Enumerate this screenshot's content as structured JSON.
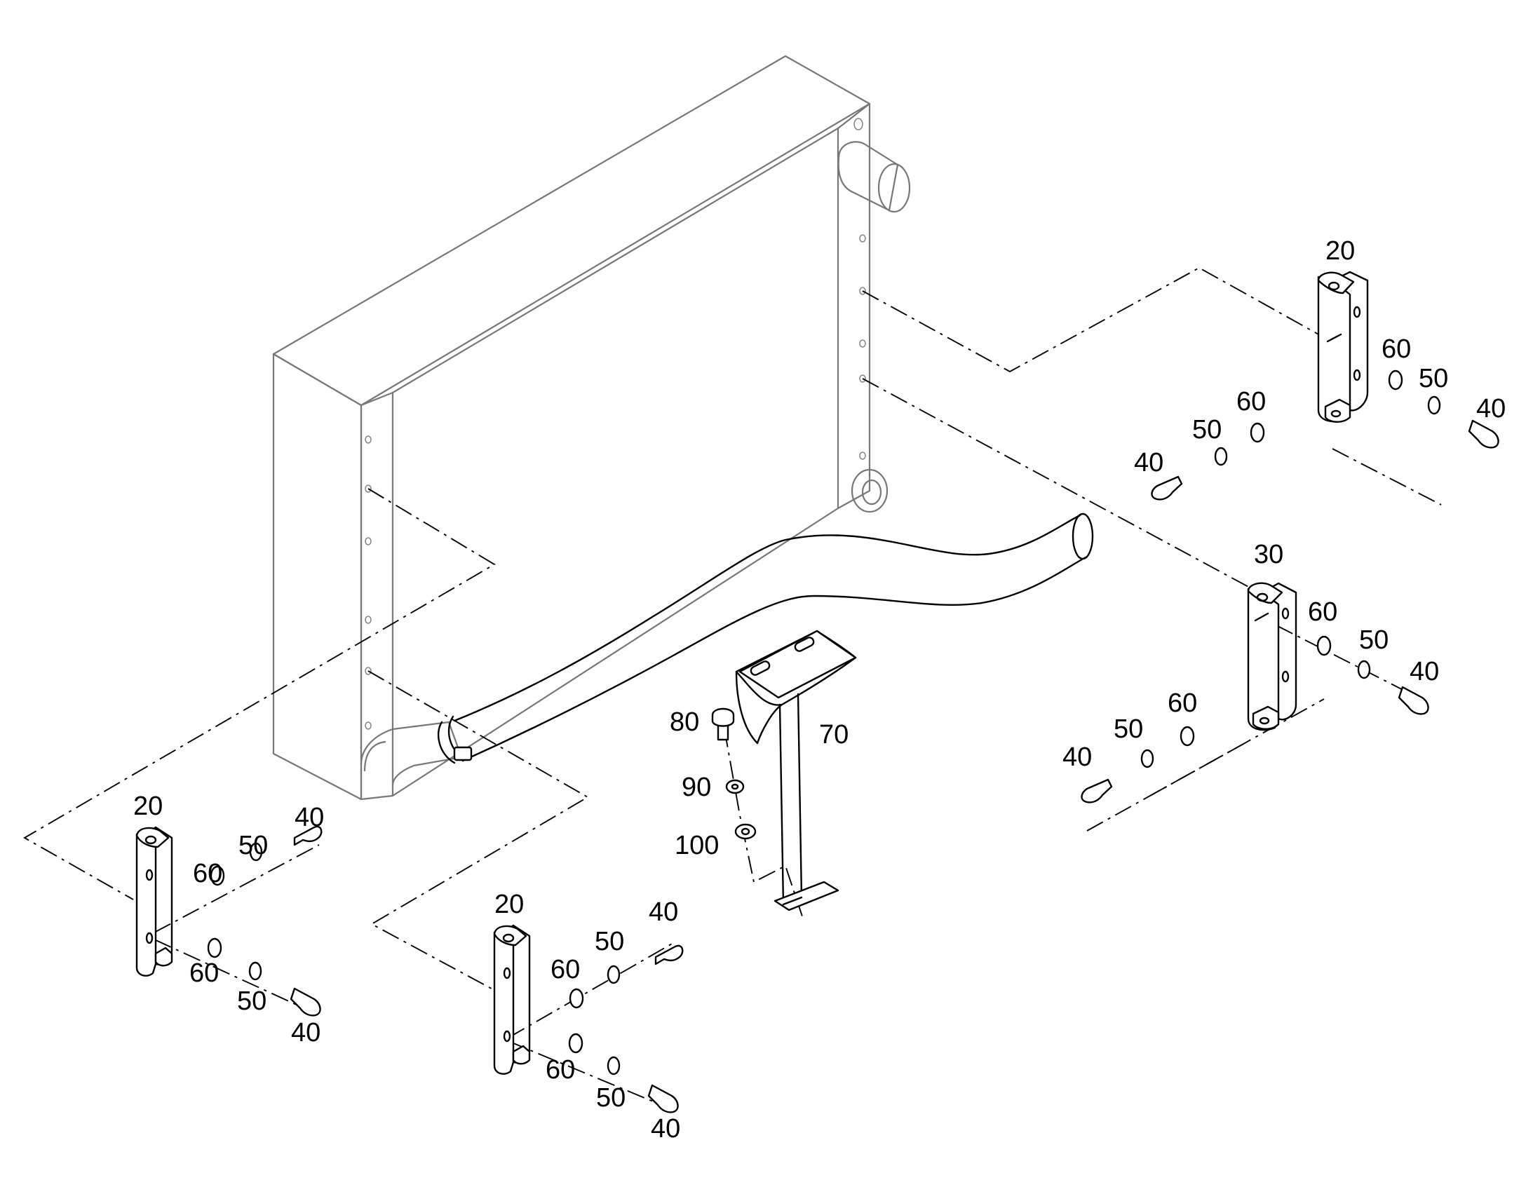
{
  "labels": {
    "l1": "20",
    "l2": "60",
    "l3": "50",
    "l4": "60",
    "l5": "50",
    "l6": "40",
    "l7": "40",
    "l8": "30",
    "l9": "60",
    "l10": "50",
    "l11": "40",
    "l12": "60",
    "l13": "50",
    "l14": "40",
    "l15": "80",
    "l16": "90",
    "l17": "100",
    "l18": "70",
    "l19": "20",
    "l20": "60",
    "l21": "50",
    "l22": "40",
    "l23": "60",
    "l24": "50",
    "l25": "40",
    "l26": "20",
    "l27": "60",
    "l28": "50",
    "l29": "40",
    "l30": "60",
    "l31": "50",
    "l32": "40"
  }
}
